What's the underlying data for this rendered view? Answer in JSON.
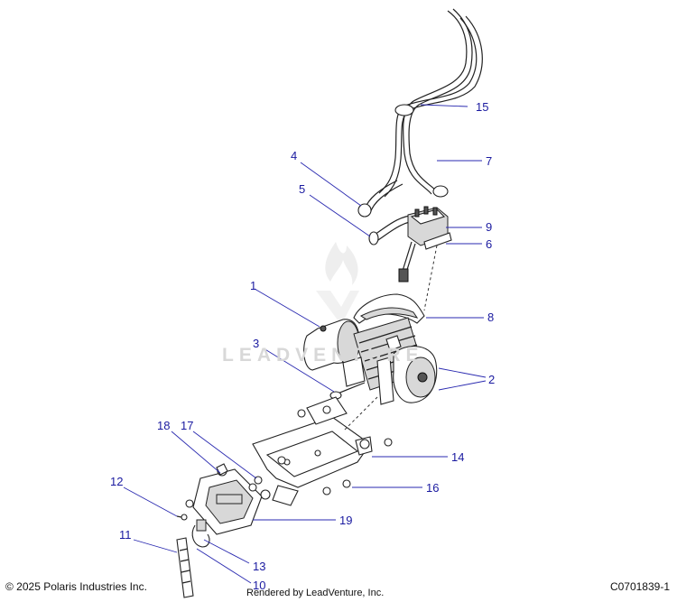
{
  "callouts": [
    {
      "label": "1"
    },
    {
      "label": "2"
    },
    {
      "label": "3"
    },
    {
      "label": "4"
    },
    {
      "label": "5"
    },
    {
      "label": "6"
    },
    {
      "label": "7"
    },
    {
      "label": "8"
    },
    {
      "label": "9"
    },
    {
      "label": "10"
    },
    {
      "label": "11"
    },
    {
      "label": "12"
    },
    {
      "label": "13"
    },
    {
      "label": "14"
    },
    {
      "label": "15"
    },
    {
      "label": "16"
    },
    {
      "label": "17"
    },
    {
      "label": "18"
    },
    {
      "label": "19"
    }
  ],
  "watermark": "LEADVENTURE",
  "footer": {
    "copyright": "© 2025 Polaris Industries Inc.",
    "rendered_by": "Rendered by LeadVenture, Inc.",
    "diagram_code": "C0701839-1"
  },
  "colors": {
    "callout_text": "#1a1aa0",
    "leader_line": "#2a2ab0",
    "watermark": "#d8d8d8"
  }
}
